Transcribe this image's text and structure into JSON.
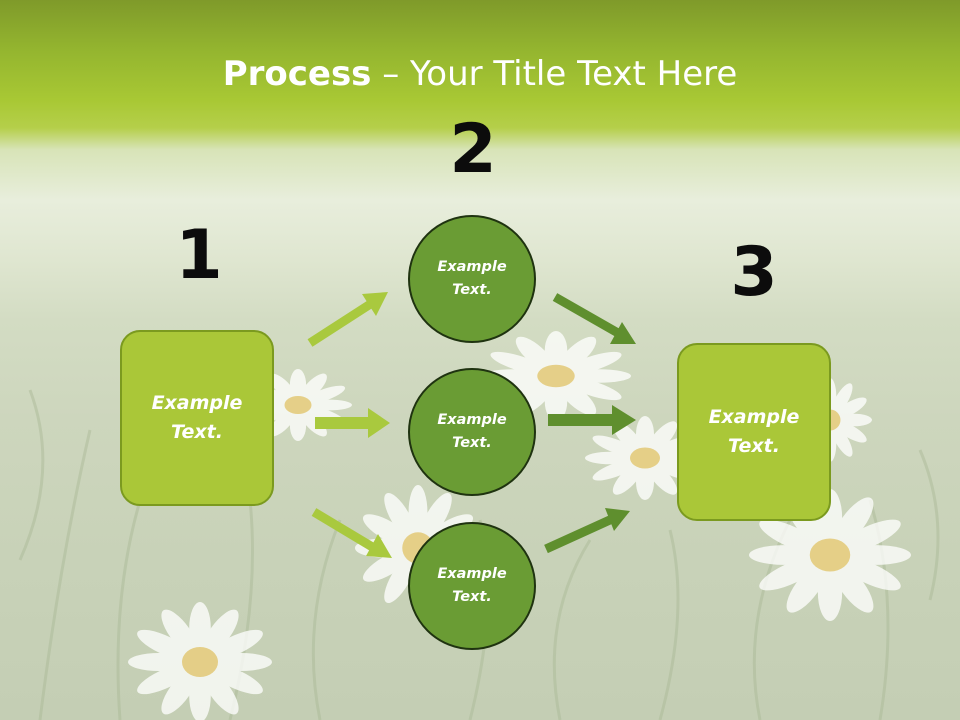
{
  "title": {
    "bold": "Process",
    "rest": " – Your Title Text Here"
  },
  "steps": [
    {
      "number": "1",
      "text": "Example\nText."
    },
    {
      "number": "2",
      "text": "Example\nText."
    },
    {
      "number": "3",
      "text": "Example\nText."
    }
  ],
  "circles": [
    {
      "text": "Example\nText."
    },
    {
      "text": "Example\nText."
    },
    {
      "text": "Example\nText."
    }
  ],
  "colors": {
    "light_green": "#aac738",
    "dark_green": "#6a9c34",
    "arrow_light": "#a9c93e",
    "arrow_dark": "#5f8f2e"
  }
}
